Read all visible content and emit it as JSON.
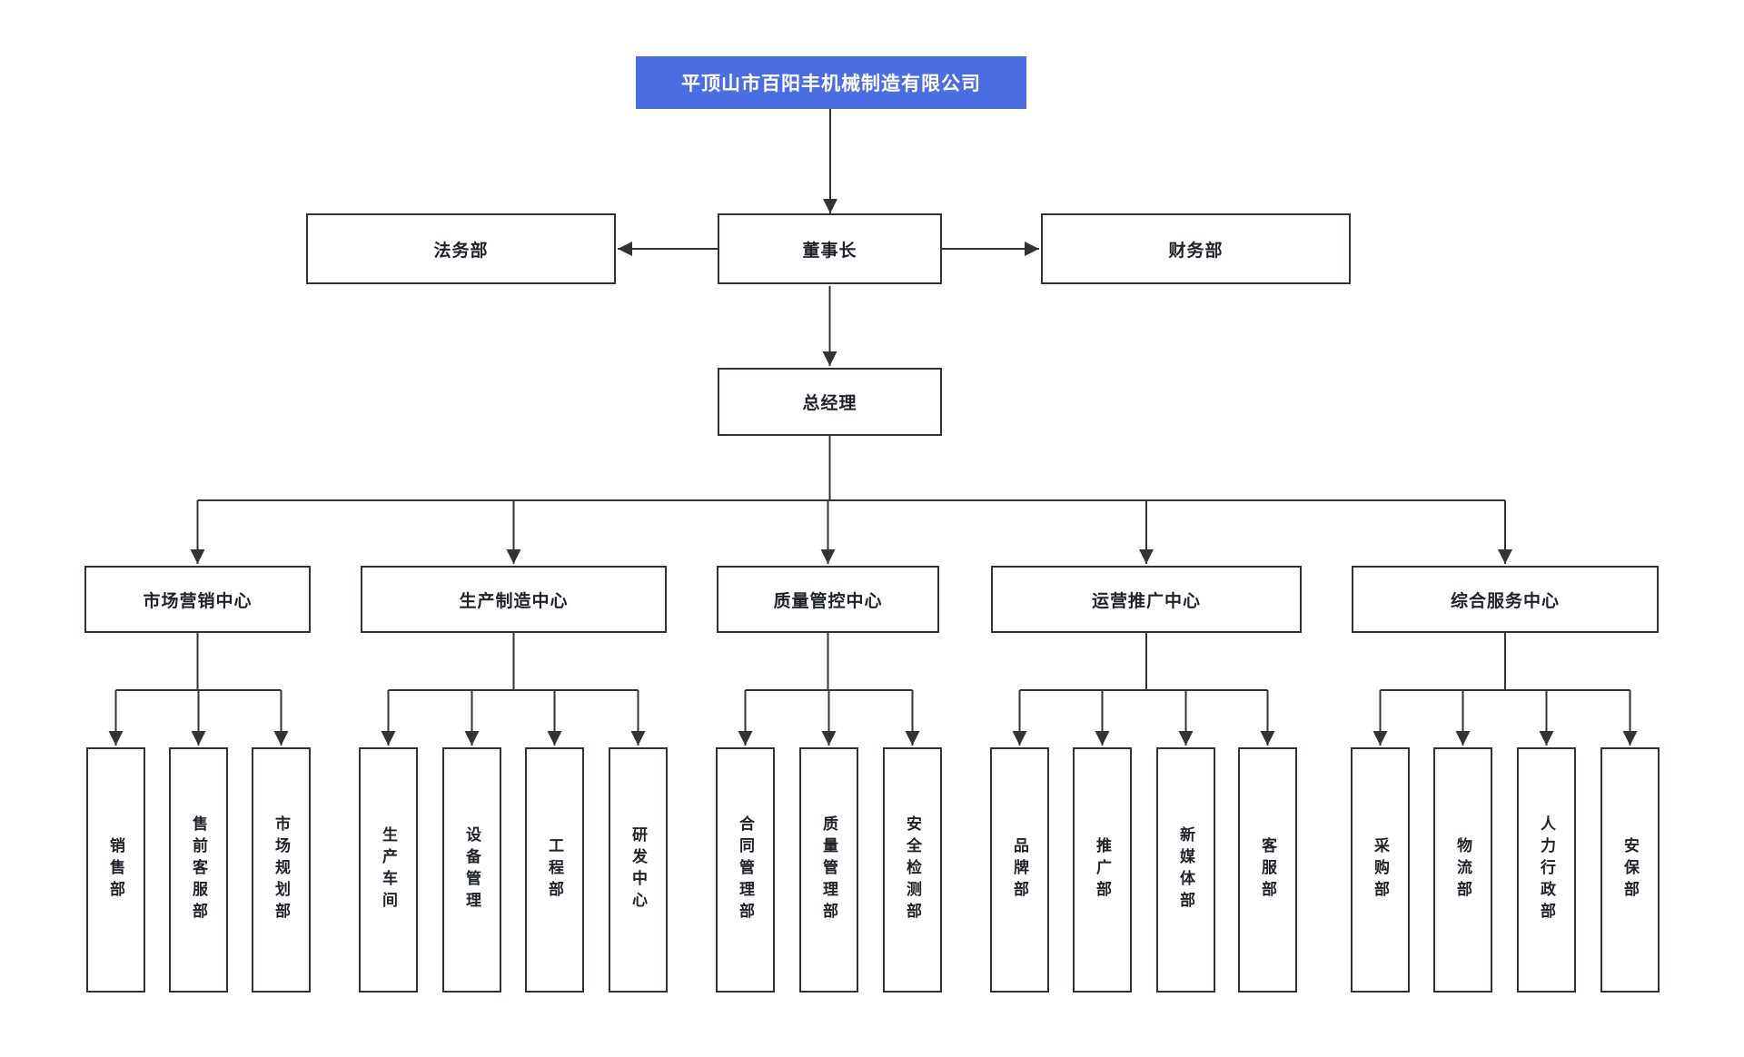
{
  "colors": {
    "accent_blue": "#4a6de3",
    "line": "#333333",
    "box_border": "#2d333b",
    "box_background": "#ffffff",
    "text": "#1f2329",
    "root_text": "#ffffff"
  },
  "org": {
    "company": "平顶山市百阳丰机械制造有限公司",
    "chairman": "董事长",
    "staff_left": "法务部",
    "staff_right": "财务部",
    "general_manager": "总经理",
    "centers": [
      {
        "label": "市场营销中心",
        "children": [
          "销售部",
          "售前客服部",
          "市场规划部"
        ]
      },
      {
        "label": "生产制造中心",
        "children": [
          "生产车间",
          "设备管理",
          "工程部",
          "研发中心"
        ]
      },
      {
        "label": "质量管控中心",
        "children": [
          "合同管理部",
          "质量管理部",
          "安全检测部"
        ]
      },
      {
        "label": "运营推广中心",
        "children": [
          "品牌部",
          "推广部",
          "新媒体部",
          "客服部"
        ]
      },
      {
        "label": "综合服务中心",
        "children": [
          "采购部",
          "物流部",
          "人力行政部",
          "安保部"
        ]
      }
    ]
  }
}
